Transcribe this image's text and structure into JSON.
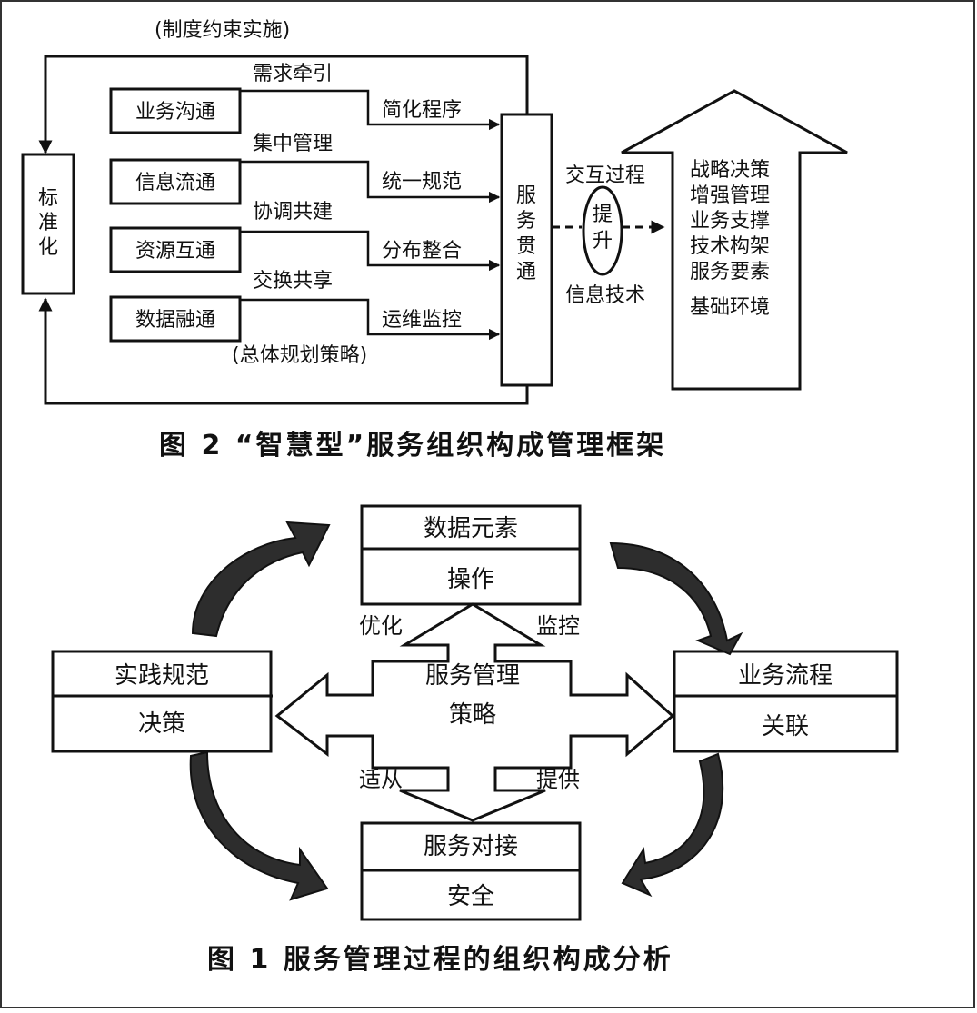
{
  "fig2": {
    "caption": "图 2   “智慧型”服务组织构成管理框架",
    "top_label": "(制度约束实施)",
    "bottom_label": "(总体规划策略)",
    "left_box": [
      "标",
      "准",
      "化"
    ],
    "center_box": [
      "服",
      "务",
      "贯",
      "通"
    ],
    "channels": [
      {
        "box": "业务沟通",
        "upper": "需求牵引",
        "lower": "简化程序"
      },
      {
        "box": "信息流通",
        "upper": "集中管理",
        "lower": "统一规范"
      },
      {
        "box": "资源互通",
        "upper": "协调共建",
        "lower": "分布整合"
      },
      {
        "box": "数据融通",
        "upper": "交换共享",
        "lower": "运维监控"
      }
    ],
    "interaction_top": "交互过程",
    "interaction_bottom": "信息技术",
    "ellipse_chars": [
      "提",
      "升"
    ],
    "arrow_items": [
      "战略决策",
      "增强管理",
      "业务支撑",
      "技术构架",
      "服务要素",
      "基础环境"
    ]
  },
  "fig1": {
    "caption": "图 1   服务管理过程的组织构成分析",
    "top_box": {
      "upper": "数据元素",
      "lower": "操作"
    },
    "left_box": {
      "upper": "实践规范",
      "lower": "决策"
    },
    "right_box": {
      "upper": "业务流程",
      "lower": "关联"
    },
    "bottom_box": {
      "upper": "服务对接",
      "lower": "安全"
    },
    "center_upper": "服务管理",
    "center_lower": "策略",
    "label_optimize": "优化",
    "label_monitor": "监控",
    "label_comply": "适从",
    "label_provide": "提供"
  }
}
